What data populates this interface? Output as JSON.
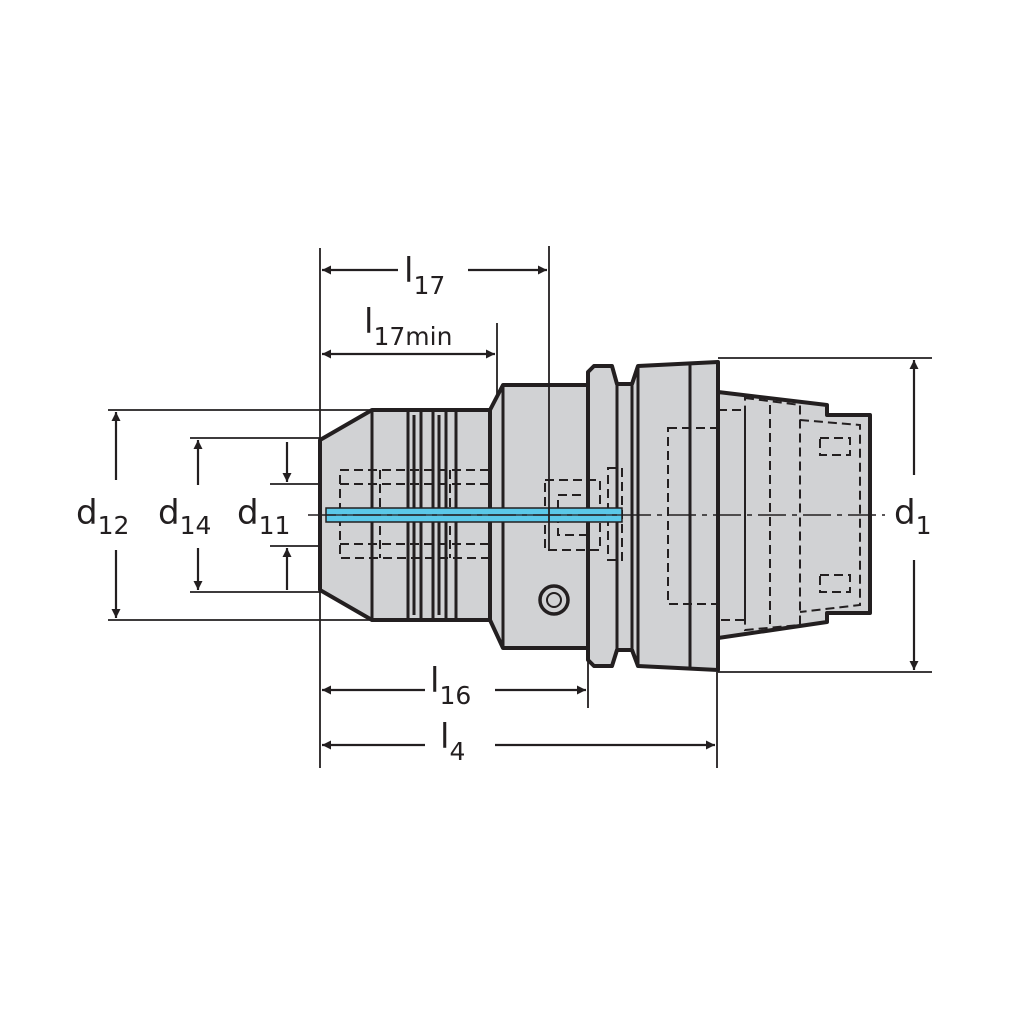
{
  "colors": {
    "outline": "#231f20",
    "body_fill": "#d1d2d4",
    "coolant": "#5bc8e8",
    "background": "#ffffff"
  },
  "dimensions": {
    "l17": {
      "main": "l",
      "sub": "17"
    },
    "l17min": {
      "main": "l",
      "sub": "17min"
    },
    "l16": {
      "main": "l",
      "sub": "16"
    },
    "l4": {
      "main": "l",
      "sub": "4"
    },
    "d12": {
      "main": "d",
      "sub": "12"
    },
    "d14": {
      "main": "d",
      "sub": "14"
    },
    "d11": {
      "main": "d",
      "sub": "11"
    },
    "d1": {
      "main": "d",
      "sub": "1"
    }
  }
}
